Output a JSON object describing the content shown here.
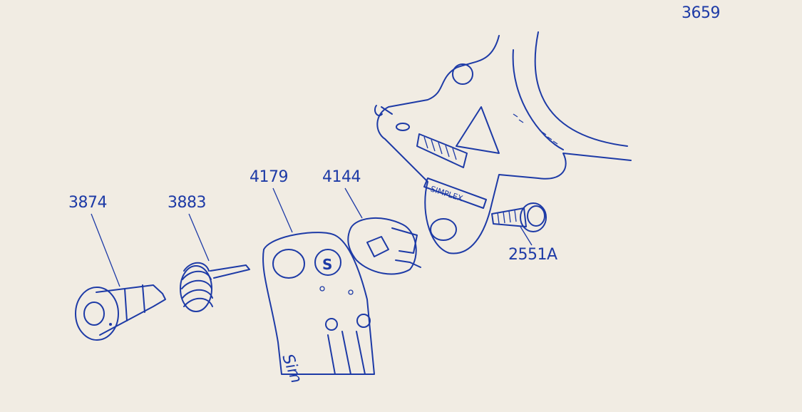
{
  "drawing_number": "3659",
  "colors": {
    "ink": "#1d3aa6",
    "paper": "#f1ece3"
  },
  "parts": [
    {
      "number": "3874",
      "part": "bolt"
    },
    {
      "number": "3883",
      "part": "spring"
    },
    {
      "number": "4179",
      "part": "arm"
    },
    {
      "number": "4144",
      "part": "stop-plate"
    },
    {
      "number": "2551A",
      "part": "screw"
    }
  ],
  "logo_text": {
    "frame": "SIMPLEX",
    "badge": "S",
    "arm": "Sim"
  }
}
